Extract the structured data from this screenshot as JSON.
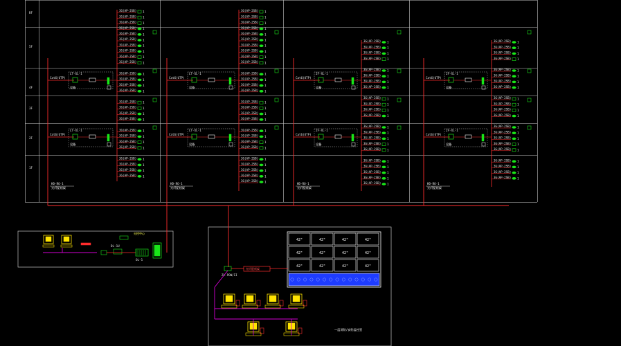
{
  "floors": [
    "RF",
    "5F",
    "4F",
    "3F",
    "2F",
    "1F"
  ],
  "room_label": "LT-XL-1",
  "room_labels": [
    "LT-XL-1",
    "LT-XL-1",
    "LT-XL-1",
    "LT-XL-1",
    "2F-XL-1",
    "2F-XL-1",
    "2F-XL-1",
    "2F-XL-1"
  ],
  "riser_labels": [
    "Cat6(UTP)",
    "Cat6(UTP)",
    "Cat6(UTP)",
    "Cat6(UTP)"
  ],
  "ap_label": "3G(AP-2SB)",
  "cabinet_label": "HD-RO-1",
  "note_label": "光纤配线架",
  "device_labels": [
    "设备",
    "光纤"
  ],
  "bottom_right": {
    "monitor_cells": [
      "42\"",
      "42\"",
      "42\"",
      "42\"",
      "42\"",
      "42\"",
      "42\"",
      "42\"",
      "42\"",
      "42\"",
      "42\"",
      "42\""
    ],
    "switch_label": "ZL-POW/II",
    "room_title": "一层消防/安防监控室",
    "cable_label": "光纤配线架"
  },
  "bottom_left": {
    "label": "分控中心",
    "device_text": "DL-1U"
  },
  "colors": {
    "grid": "#c8c8c8",
    "red": "#ff2d2d",
    "green": "#19e619",
    "yellow": "#ffe400",
    "magenta": "#d400d4",
    "blue": "#1e3cff"
  }
}
